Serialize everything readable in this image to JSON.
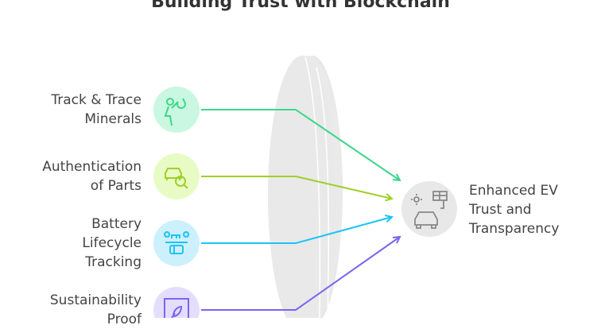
{
  "title": "Building Trust with Blockchain",
  "inputs": [
    {
      "label": "Track & Trace\nMinerals",
      "icon": "hiker-bindle-icon",
      "color": "#3fd68a",
      "bg": "#c9f7e1"
    },
    {
      "label": "Authentication\nof Parts",
      "icon": "car-search-icon",
      "color": "#9ed12a",
      "bg": "#e9fbc4"
    },
    {
      "label": "Battery\nLifecycle\nTracking",
      "icon": "battery-tracking-icon",
      "color": "#1ec3f5",
      "bg": "#cdf0fd"
    },
    {
      "label": "Sustainability\nProof",
      "icon": "leaf-certificate-icon",
      "color": "#7d63f0",
      "bg": "#e4defc"
    }
  ],
  "output": {
    "label": "Enhanced EV\nTrust and\nTransparency",
    "icon": "solar-ev-icon"
  }
}
